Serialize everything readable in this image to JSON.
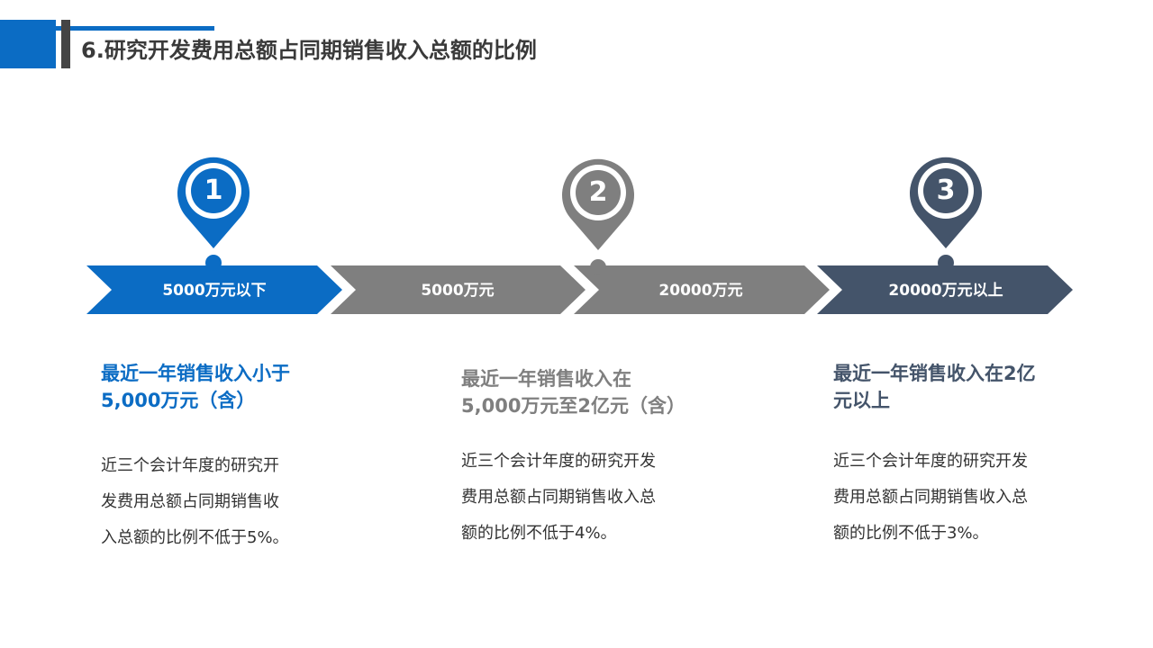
{
  "header": {
    "title": "6.研究开发费用总额占同期销售收入总额的比例"
  },
  "colors": {
    "blue": "#0b6cc4",
    "gray": "#7f7f7f",
    "navy": "#44546a"
  },
  "timeline": {
    "segments": [
      "5000万元以下",
      "5000万元",
      "20000万元",
      "20000万元以上"
    ]
  },
  "pins": [
    {
      "number": "1"
    },
    {
      "number": "2"
    },
    {
      "number": "3"
    }
  ],
  "columns": [
    {
      "heading": [
        "最近一年销售收入小于",
        "5,000万元（含）"
      ],
      "body": [
        "近三个会计年度的研究开",
        "发费用总额占同期销售收",
        "入总额的比例不低于5%。"
      ]
    },
    {
      "heading": [
        "最近一年销售收入在",
        "5,000万元至2亿元（含）"
      ],
      "body": [
        "近三个会计年度的研究开发",
        "费用总额占同期销售收入总",
        "额的比例不低于4%。"
      ]
    },
    {
      "heading": [
        "最近一年销售收入在2亿",
        "元以上"
      ],
      "body": [
        "近三个会计年度的研究开发",
        "费用总额占同期销售收入总",
        "额的比例不低于3%。"
      ]
    }
  ]
}
